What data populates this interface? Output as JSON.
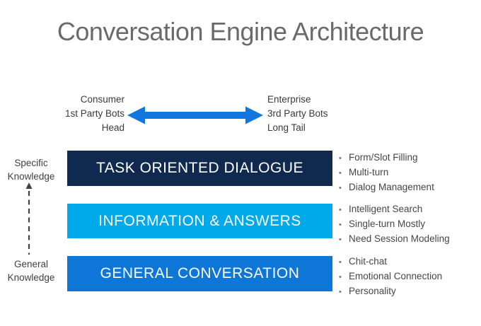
{
  "title": "Conversation Engine Architecture",
  "spectrum": {
    "left": {
      "lines": [
        "Consumer",
        "1st Party Bots",
        "Head"
      ]
    },
    "right": {
      "lines": [
        "Enterprise",
        "3rd Party Bots",
        "Long Tail"
      ]
    },
    "arrow_color": "#1176DD"
  },
  "knowledge_axis": {
    "top": {
      "line1": "Specific",
      "line2": "Knowledge"
    },
    "bottom": {
      "line1": "General",
      "line2": "Knowledge"
    },
    "arrow_color": "#404040"
  },
  "bullet_char": "•",
  "layers": [
    {
      "label": "TASK ORIENTED DIALOGUE",
      "color": "#0F2A4E",
      "bullets": [
        "Form/Slot Filling",
        "Multi-turn",
        "Dialog Management"
      ]
    },
    {
      "label": "INFORMATION & ANSWERS",
      "color": "#00A9E9",
      "bullets": [
        "Intelligent Search",
        "Single-turn Mostly",
        "Need Session Modeling"
      ]
    },
    {
      "label": "GENERAL CONVERSATION",
      "color": "#0E76D7",
      "bullets": [
        "Chit-chat",
        "Emotional Connection",
        "Personality"
      ]
    }
  ]
}
